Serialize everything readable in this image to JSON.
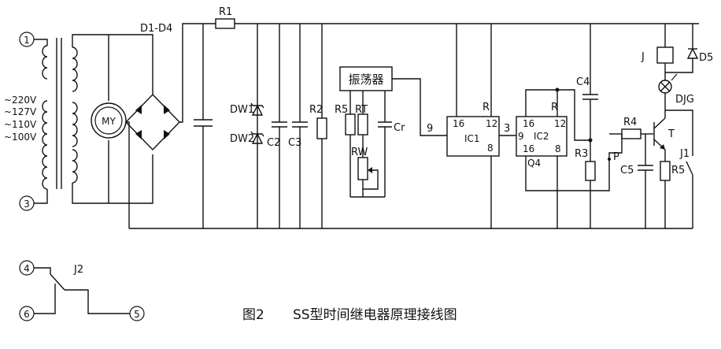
{
  "caption": {
    "fig": "图2",
    "title": "SS型时间继电器原理接线图"
  },
  "terminals": [
    "1",
    "3",
    "4",
    "5",
    "6"
  ],
  "voltages": [
    "~220V",
    "~127V",
    "~110V",
    "~100V"
  ],
  "labels": {
    "bridge": "D1-D4",
    "r1": "R1",
    "dw1": "DW1",
    "dw2": "DW2",
    "c2": "C2",
    "c3": "C3",
    "r2": "R2",
    "r5a": "R5",
    "rt": "RT",
    "rw": "RW",
    "cr": "Cr",
    "oscillator": "振荡器",
    "motor": "MY",
    "ic1": "IC1",
    "ic1_16": "16",
    "ic1_12": "12",
    "ic1_8": "8",
    "ic1_r": "R",
    "pin9a": "9",
    "pin3": "3",
    "ic2": "IC2",
    "ic2_16": "16",
    "ic2_12": "12",
    "ic2_9": "9",
    "ic2_16b": "16",
    "ic2_8": "8",
    "ic2_q4": "Q4",
    "ic2_r": "R",
    "c4": "C4",
    "r3": "R3",
    "p": "P",
    "r4": "R4",
    "c5": "C5",
    "r5b": "R5",
    "t": "T",
    "j": "J",
    "d5": "D5",
    "djg": "DJG",
    "j1": "J1",
    "j2": "J2"
  }
}
